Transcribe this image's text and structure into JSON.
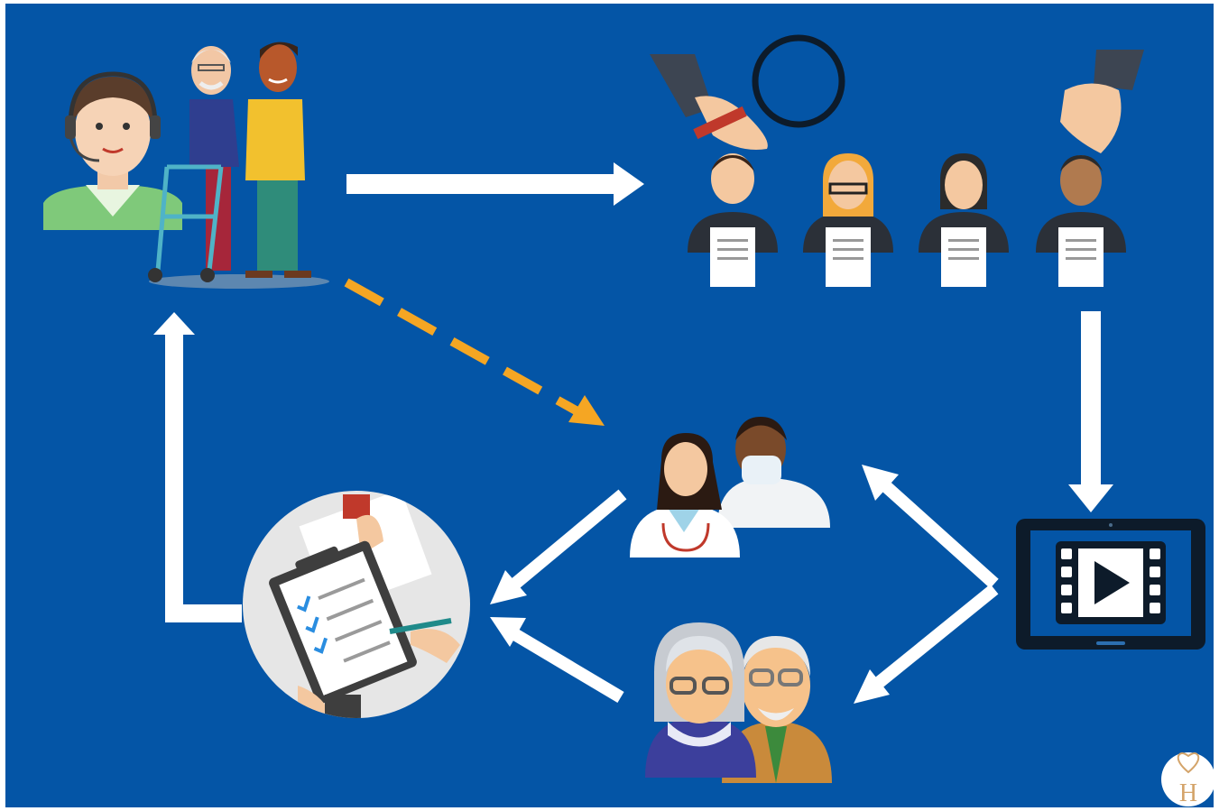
{
  "diagram": {
    "colors": {
      "background": "#0455a6",
      "arrow": "#ffffff",
      "dashed_arrow": "#f5a623"
    },
    "nodes": [
      {
        "id": "caregiver-group",
        "icon": "call-center-agent-elderly-caregiver-icon"
      },
      {
        "id": "candidate-selection",
        "icon": "hand-picking-candidates-icon"
      },
      {
        "id": "video-training",
        "icon": "tablet-video-play-icon"
      },
      {
        "id": "medical-staff",
        "icon": "doctors-icon"
      },
      {
        "id": "elderly-couple",
        "icon": "elderly-couple-icon"
      },
      {
        "id": "evaluation",
        "icon": "clipboard-checklist-icon"
      }
    ],
    "edges": [
      {
        "from": "caregiver-group",
        "to": "candidate-selection",
        "style": "solid"
      },
      {
        "from": "candidate-selection",
        "to": "video-training",
        "style": "solid"
      },
      {
        "from": "video-training",
        "to": "medical-staff",
        "style": "solid"
      },
      {
        "from": "video-training",
        "to": "elderly-couple",
        "style": "solid"
      },
      {
        "from": "medical-staff",
        "to": "evaluation",
        "style": "solid"
      },
      {
        "from": "elderly-couple",
        "to": "evaluation",
        "style": "solid"
      },
      {
        "from": "evaluation",
        "to": "caregiver-group",
        "style": "solid"
      },
      {
        "from": "caregiver-group",
        "to": "medical-staff",
        "style": "dashed"
      }
    ],
    "logo": {
      "icon": "heart-h-logo-icon",
      "text": "H"
    }
  }
}
